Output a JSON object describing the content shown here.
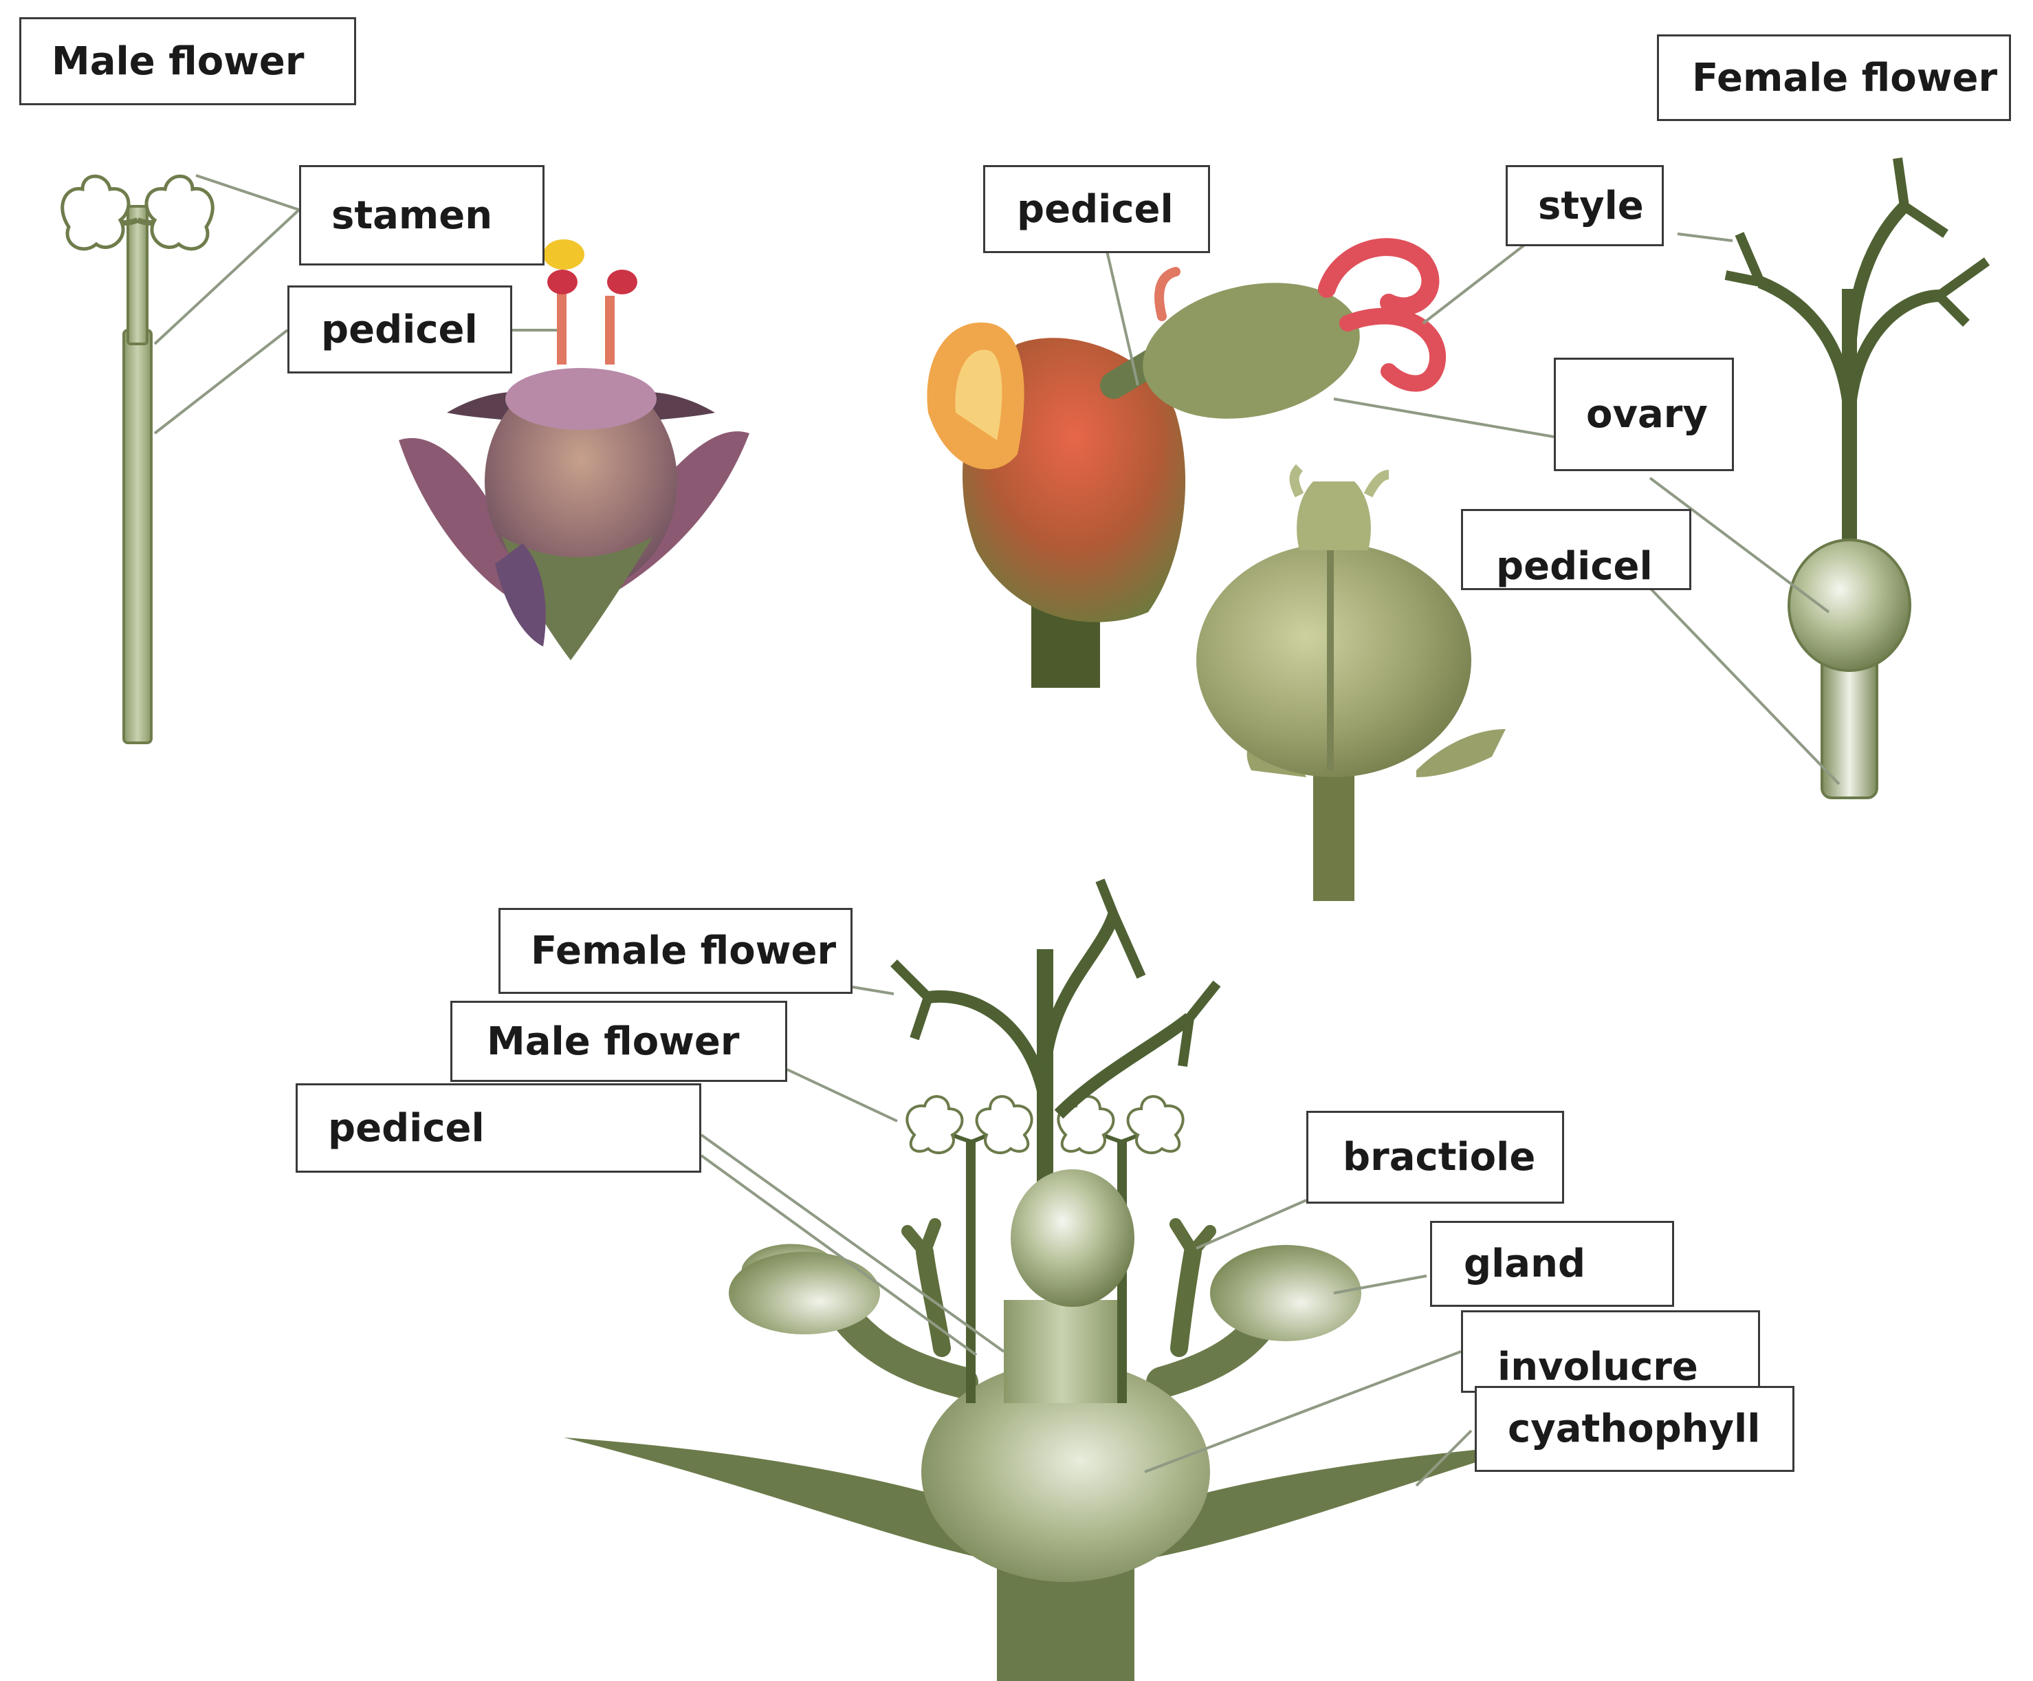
{
  "labels": {
    "male_flower_top": "Male flower",
    "stamen": "stamen",
    "pedicel_male": "pedicel",
    "pedicel_photo": "pedicel",
    "style": "style",
    "female_flower_top": "Female flower",
    "ovary": "ovary",
    "pedicel_female": "pedicel",
    "female_flower_bottom": "Female flower",
    "male_flower_bottom": "Male flower",
    "pedicel_bottom": "pedicel",
    "bractiole": "bractiole",
    "gland": "gland",
    "involucre": "involucre",
    "cyathophyll": "cyathophyll"
  },
  "colors": {
    "plant_green": "#6b7a4a",
    "dark_green": "#4f6133",
    "leader_line": "#8f9a84",
    "box_border": "#3a3a3a"
  }
}
